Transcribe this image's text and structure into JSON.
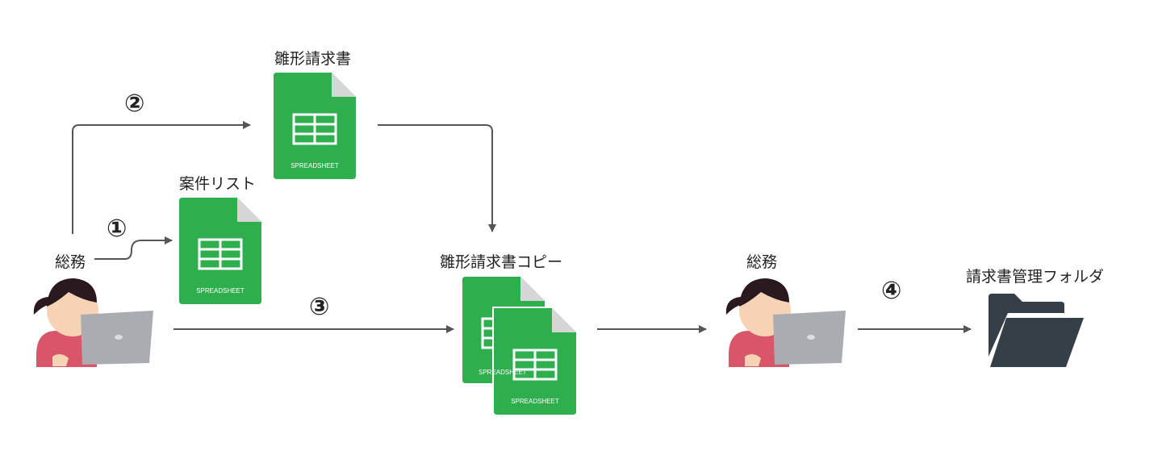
{
  "nodes": {
    "template_invoice": {
      "title": "雛形請求書",
      "icon_label": "SPREADSHEET"
    },
    "project_list": {
      "title": "案件リスト",
      "icon_label": "SPREADSHEET"
    },
    "invoice_copy": {
      "title": "雛形請求書コピー",
      "icon_label_back": "SPREADSHEET",
      "icon_label_front": "SPREADSHEET"
    },
    "staff_1": {
      "title": "総務"
    },
    "staff_2": {
      "title": "総務"
    },
    "folder": {
      "title": "請求書管理フォルダ"
    }
  },
  "steps": {
    "s1": "①",
    "s2": "②",
    "s3": "③",
    "s4": "④"
  },
  "colors": {
    "sheet_green": "#2fae4d",
    "folder": "#353f48",
    "arrow": "#555555"
  }
}
